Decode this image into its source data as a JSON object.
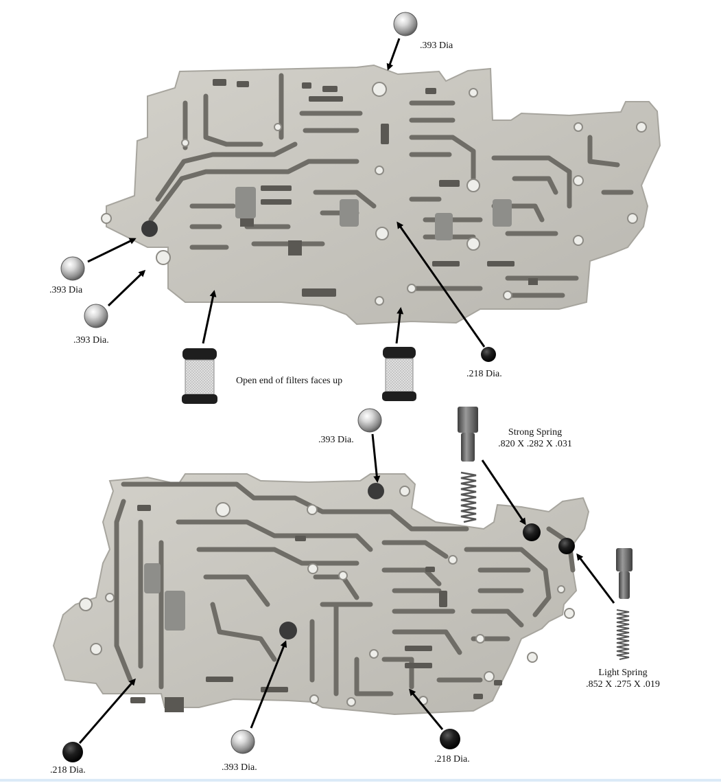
{
  "labels": {
    "top_ball": ".393 Dia",
    "left_ball_1": ".393 Dia",
    "left_ball_2": ".393 Dia.",
    "filters_note": "Open end of filters faces up",
    "right_small_ball": ".218 Dia.",
    "lower_top_ball": ".393 Dia.",
    "strong_spring_title": "Strong Spring",
    "strong_spring_dims": ".820 X .282 X .031",
    "light_spring_title": "Light Spring",
    "light_spring_dims": ".852 X .275 X .019",
    "lower_left_small_ball": ".218 Dia.",
    "lower_center_ball": ".393 Dia.",
    "lower_right_small_ball": ".218 Dia."
  },
  "colors": {
    "casting": "#c9c7c0",
    "casting_edge": "#a7a59e",
    "channel": "#6f6d67",
    "channel_dark": "#4d4b46",
    "steel_ball": "#b9b9b9",
    "rubber_ball": "#1b1b1b",
    "arrow": "#000000",
    "filter_cap": "#1e1e1e",
    "filter_mesh": "#d9d9d9",
    "spring": "#555555",
    "accent_rule": "#dbeaf7"
  }
}
